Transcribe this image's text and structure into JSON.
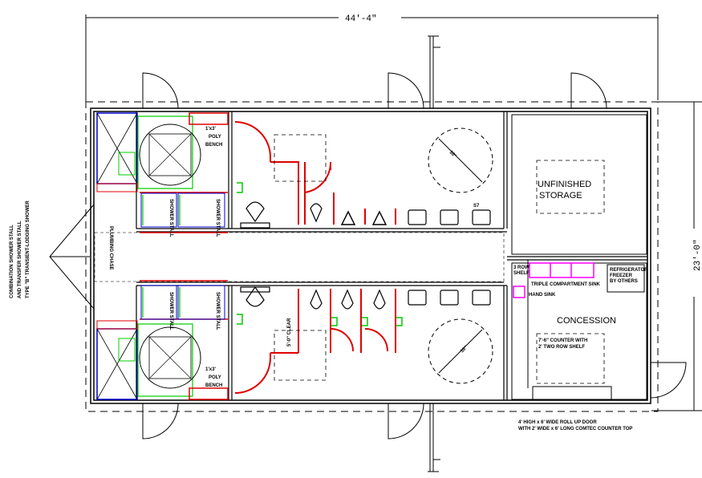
{
  "dimensions": {
    "width": "44'-4\"",
    "depth": "23'-0\""
  },
  "rooms": {
    "storage": [
      "UNFINISHED",
      "STORAGE"
    ],
    "concession": "CONCESSION",
    "plumbing_chase": "PLUMBING CHASE"
  },
  "labels": {
    "bench_top": [
      "1'x3'",
      "POLY",
      "BENCH"
    ],
    "bench_bottom": [
      "1'x3'",
      "POLY",
      "BENCH"
    ],
    "turn_top": "30\"",
    "turn_bottom": "30\"",
    "s7": "S7",
    "clear": "5'-0\" CLEAR",
    "three_row_shelf": [
      "3 ROW",
      "SHELF"
    ],
    "triple_sink": "TRIPLE COMPARTMENT SINK",
    "hand_sink": "HAND SINK",
    "fridge": [
      "REFRIGERATOR",
      "FREEZER",
      "BY OTHERS"
    ],
    "counter": [
      "7'-6\" COUNTER WITH",
      "2' TWO ROW SHELF"
    ],
    "rollup_note": [
      "4' HIGH x 6' WIDE ROLL UP DOOR",
      "WITH 2' WIDE x 6' LONG COMTEC COUNTER TOP"
    ],
    "shower_note": [
      "COMBINATION SHOWER STALL",
      "AND TRANSFER SHOWER STALL",
      "TYPE \"B\" TRANSIENT-LODGING SHOWER"
    ],
    "stall_label": "SHOWER STALL"
  },
  "colors": {
    "walls": "#000000",
    "partitions": "#e00000",
    "shower": "#0000cc",
    "grab_bar": "#00cc00",
    "sink": "#ff00ff"
  }
}
